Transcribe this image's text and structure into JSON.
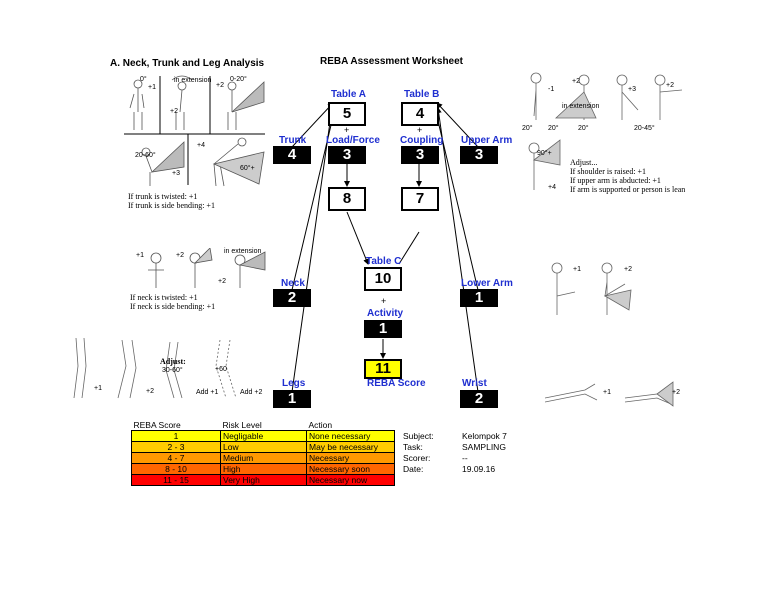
{
  "header": {
    "section_title": "A. Neck, Trunk and Leg Analysis",
    "worksheet_title": "REBA Assessment Worksheet"
  },
  "scores": {
    "table_a_label": "Table A",
    "table_a": "5",
    "table_b_label": "Table B",
    "table_b": "4",
    "trunk_label": "Trunk",
    "trunk": "4",
    "load_label": "Load/Force",
    "load": "3",
    "coupling_label": "Coupling",
    "coupling": "3",
    "upper_arm_label": "Upper Arm",
    "upper_arm": "3",
    "score_a": "8",
    "score_b": "7",
    "table_c_label": "Table C",
    "table_c": "10",
    "neck_label": "Neck",
    "neck": "2",
    "lower_arm_label": "Lower Arm",
    "lower_arm": "1",
    "activity_label": "Activity",
    "activity": "1",
    "reba_label": "REBA Score",
    "reba": "11",
    "legs_label": "Legs",
    "legs": "1",
    "wrist_label": "Wrist",
    "wrist": "2",
    "plus": "+"
  },
  "figure_notes": {
    "trunk_twist": "If trunk is twisted: +1",
    "trunk_side": "If trunk is side bending: +1",
    "neck_twist": "If neck is twisted: +1",
    "neck_side": "If neck is side bending: +1",
    "legs_adjust": "Adjust:",
    "legs_angle": "30-60°",
    "legs_add1": "Add +1",
    "legs_add2": "Add +2",
    "arm_adjust": "Adjust...",
    "arm_raised": "If shoulder is raised: +1",
    "arm_abducted": "If upper arm is abducted: +1",
    "arm_supported": "If arm is supported or person is lean",
    "arm_minus": "-1",
    "p1": "+1",
    "p2": "+2",
    "p3": "+3",
    "p4": "+4",
    "p60": "+60",
    "in_ext": "in extension",
    "deg0": "0°",
    "deg020": "0-20°",
    "deg2060": "20-60°",
    "deg60": "60°+",
    "deg20": "20°",
    "deg90": "90°+",
    "deg2045": "20-45°"
  },
  "risk_table": {
    "headers": [
      "REBA Score",
      "Risk Level",
      "Action"
    ],
    "rows": [
      {
        "score": "1",
        "level": "Negligable",
        "action": "None necessary",
        "color": "#ffff00"
      },
      {
        "score": "2 - 3",
        "level": "Low",
        "action": "May be necessary",
        "color": "#ffcc00"
      },
      {
        "score": "4 - 7",
        "level": "Medium",
        "action": "Necessary",
        "color": "#ff9900"
      },
      {
        "score": "8 - 10",
        "level": "High",
        "action": "Necessary soon",
        "color": "#ff6600"
      },
      {
        "score": "11 - 15",
        "level": "Very High",
        "action": "Necessary now",
        "color": "#ff0000"
      }
    ]
  },
  "meta": {
    "subject_label": "Subject:",
    "subject": "Kelompok 7",
    "task_label": "Task:",
    "task": "SAMPLING",
    "scorer_label": "Scorer:",
    "scorer": "--",
    "date_label": "Date:",
    "date": "19.09.16"
  }
}
